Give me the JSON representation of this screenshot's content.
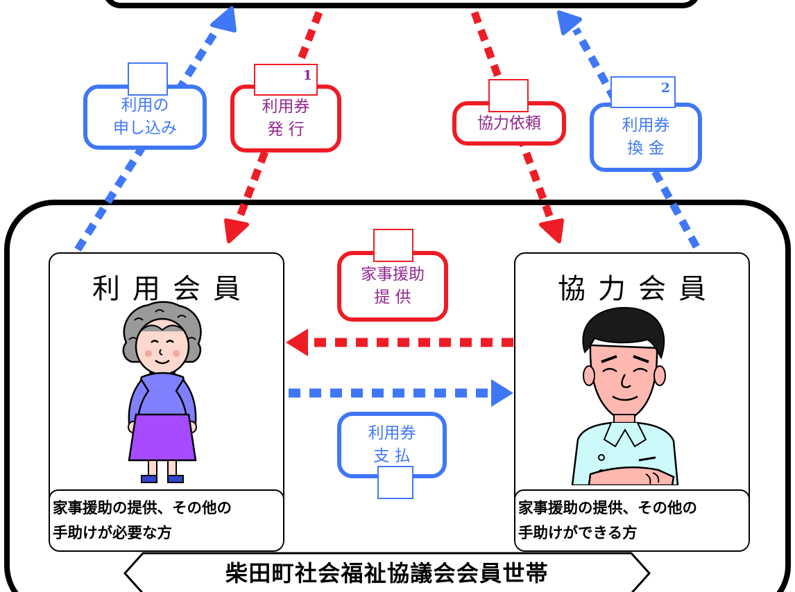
{
  "diagram": {
    "members": {
      "user": {
        "title": "利用会員",
        "desc_lines": [
          "家事援助の提供、その他の",
          "手助けが必要な方"
        ]
      },
      "helper": {
        "title": "協力会員",
        "desc_lines": [
          "家事援助の提供、その他の",
          "手助けができる方"
        ]
      }
    },
    "labels": {
      "apply": {
        "lines": [
          "利用の",
          "申し込み"
        ]
      },
      "issue": {
        "lines": [
          "利用券",
          "発 行"
        ],
        "badge": "1"
      },
      "request": {
        "lines": [
          "協力依頼"
        ]
      },
      "exchange": {
        "lines": [
          "利用券",
          "換 金"
        ],
        "badge": "2"
      },
      "provide": {
        "lines": [
          "家事援助",
          "提 供"
        ]
      },
      "pay": {
        "lines": [
          "利用券",
          "支 払"
        ]
      }
    },
    "footer": {
      "text": "柴田町社会福祉協議会会員世帯"
    },
    "colors": {
      "blue": "#3f77f7",
      "red": "#ee1c25",
      "label_text_red": "#92278f",
      "line": "#000000"
    }
  }
}
